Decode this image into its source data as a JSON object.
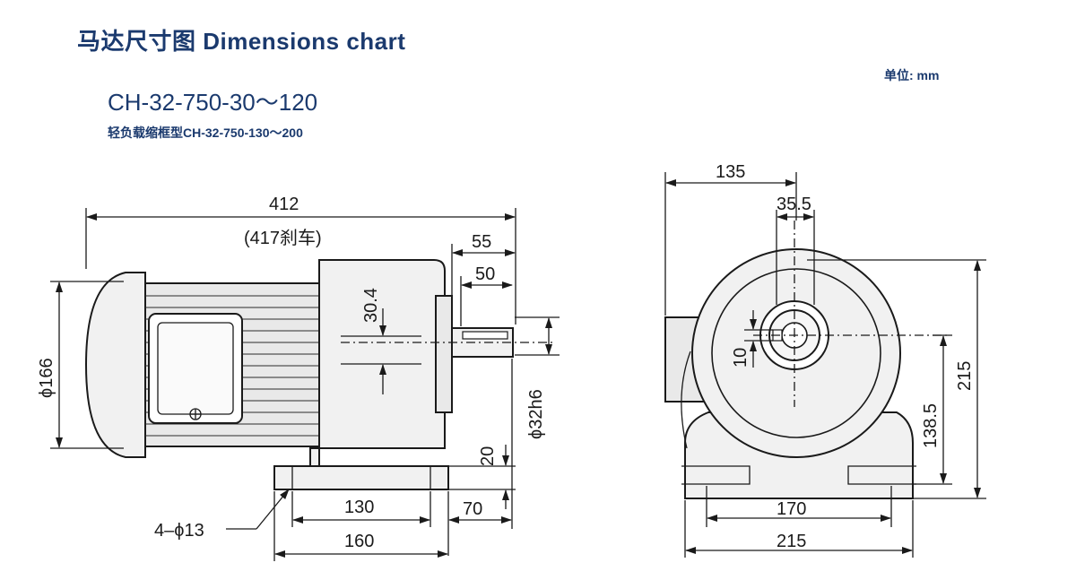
{
  "header": {
    "title": "马达尺寸图 Dimensions chart",
    "unit": "单位: mm",
    "model": "CH-32-750-30～120",
    "subtitle": "轻负载缩框型CH-32-750-130～200"
  },
  "side_view": {
    "overall_length": "412",
    "overall_length_brake": "(417刹车)",
    "shaft_55": "55",
    "shaft_50": "50",
    "key_height": "30.4",
    "motor_diameter": "ϕ166",
    "shaft_diameter": "ϕ32h6",
    "base_height": "20",
    "shaft_height_offset": "70",
    "hole_spacing": "130",
    "base_length": "160",
    "mount_holes": "4–ϕ13"
  },
  "front_view": {
    "offset_135": "135",
    "shaft_outer": "35.5",
    "key_width": "10",
    "center_height": "138.5",
    "total_height": "215",
    "hole_width": "170",
    "base_width": "215"
  },
  "colors": {
    "heading": "#1b3a6e",
    "line": "#1a1a1a"
  }
}
